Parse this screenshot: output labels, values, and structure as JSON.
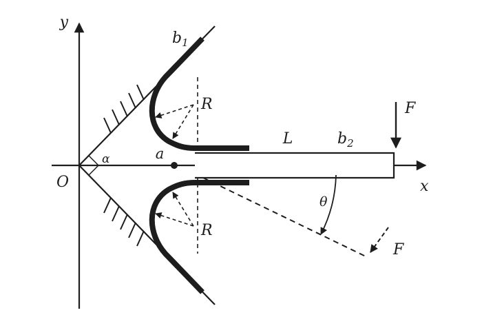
{
  "figure": {
    "colors": {
      "ink": "#1d1d1d",
      "background": "#ffffff"
    },
    "labels": {
      "y_axis": "y",
      "x_axis": "x",
      "origin": "O",
      "alpha": "α",
      "point_a": "a",
      "beam1": {
        "base": "b",
        "sub": "1"
      },
      "beam2": {
        "base": "b",
        "sub": "2"
      },
      "length": "L",
      "radius_upper": "R",
      "radius_lower": "R",
      "force_applied": "F",
      "force_deflected": "F",
      "theta": "θ"
    }
  }
}
